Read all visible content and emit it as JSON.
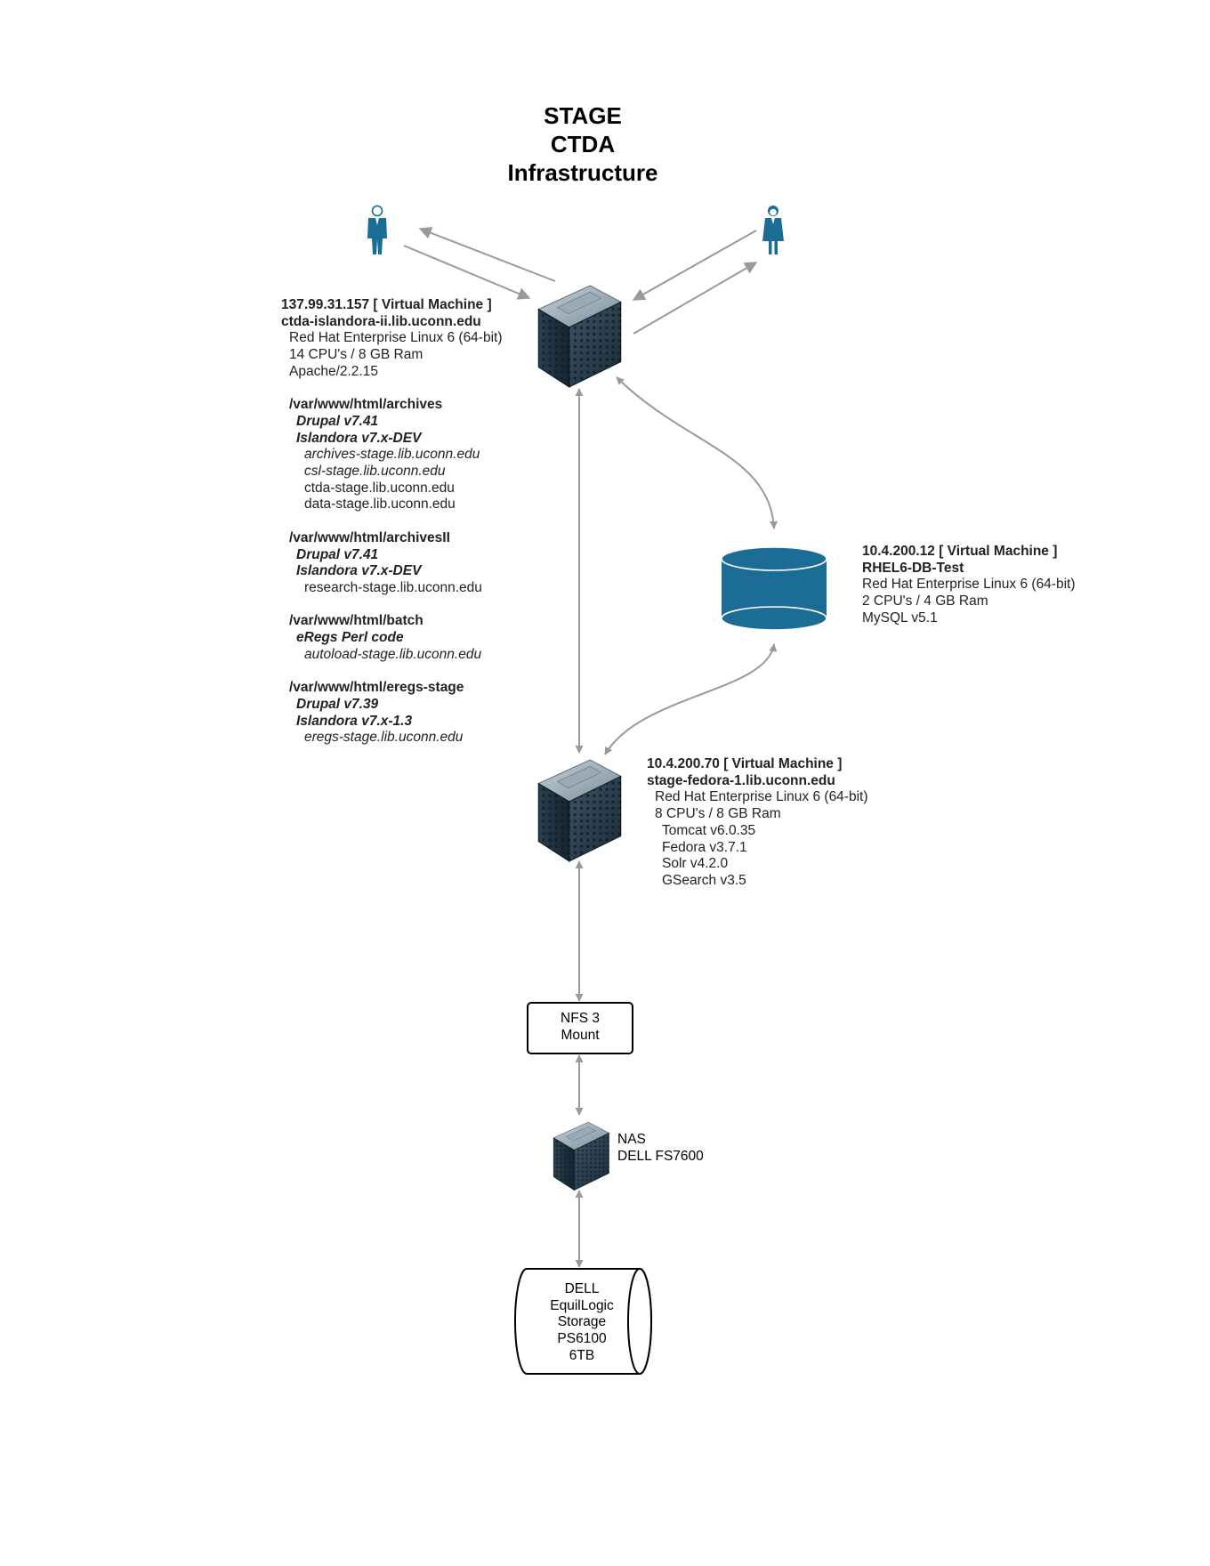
{
  "title": {
    "line1": "STAGE",
    "line2": "CTDA",
    "line3": "Infrastructure"
  },
  "colors": {
    "arrow": "#999999",
    "accent": "#1b6d96",
    "server_dark": "#253b4a",
    "server_light": "#8fa3b1"
  },
  "icons": {
    "user_male": "man-user-icon",
    "user_female": "woman-user-icon",
    "server": "server-icon",
    "database": "database-cylinder-icon",
    "storage": "storage-drum-icon"
  },
  "web_server": {
    "header": "137.99.31.157  [ Virtual Machine ]",
    "hostname": "ctda-islandora-ii.lib.uconn.edu",
    "os": "Red Hat Enterprise Linux 6 (64-bit)",
    "resources": "14 CPU's / 8 GB Ram",
    "apache": "Apache/2.2.15",
    "sites": [
      {
        "path": "/var/www/html/archives",
        "drupal": "Drupal v7.41",
        "islandora": "Islandora v7.x-DEV",
        "domains": [
          "archives-stage.lib.uconn.edu",
          "csl-stage.lib.uconn.edu",
          "ctda-stage.lib.uconn.edu",
          "data-stage.lib.uconn.edu"
        ]
      },
      {
        "path": "/var/www/html/archivesII",
        "drupal": "Drupal v7.41",
        "islandora": "Islandora v7.x-DEV",
        "domains": [
          "research-stage.lib.uconn.edu"
        ]
      },
      {
        "path": "/var/www/html/batch",
        "code": "eRegs Perl code",
        "domains": [
          "autoload-stage.lib.uconn.edu"
        ]
      },
      {
        "path": "/var/www/html/eregs-stage",
        "drupal": "Drupal v7.39",
        "islandora": "Islandora v7.x-1.3",
        "domains": [
          "eregs-stage.lib.uconn.edu"
        ]
      }
    ]
  },
  "db_server": {
    "header": "10.4.200.12 [ Virtual Machine ]",
    "hostname": "RHEL6-DB-Test",
    "os": "Red Hat Enterprise Linux 6 (64-bit)",
    "resources": "2 CPU's / 4 GB Ram",
    "db": "MySQL v5.1"
  },
  "fedora_server": {
    "header": "10.4.200.70 [ Virtual Machine ]",
    "hostname": "stage-fedora-1.lib.uconn.edu",
    "os": "Red Hat Enterprise Linux 6 (64-bit)",
    "resources": "8 CPU's / 8 GB Ram",
    "tomcat": "Tomcat  v6.0.35",
    "fedora": "Fedora v3.7.1",
    "solr": "Solr v4.2.0",
    "gsearch": "GSearch v3.5"
  },
  "nfs": {
    "line1": "NFS 3",
    "line2": "Mount"
  },
  "nas": {
    "line1": "NAS",
    "line2": "DELL FS7600"
  },
  "storage": {
    "lines": [
      "DELL",
      "EquilLogic",
      "Storage",
      "PS6100",
      "6TB"
    ]
  }
}
